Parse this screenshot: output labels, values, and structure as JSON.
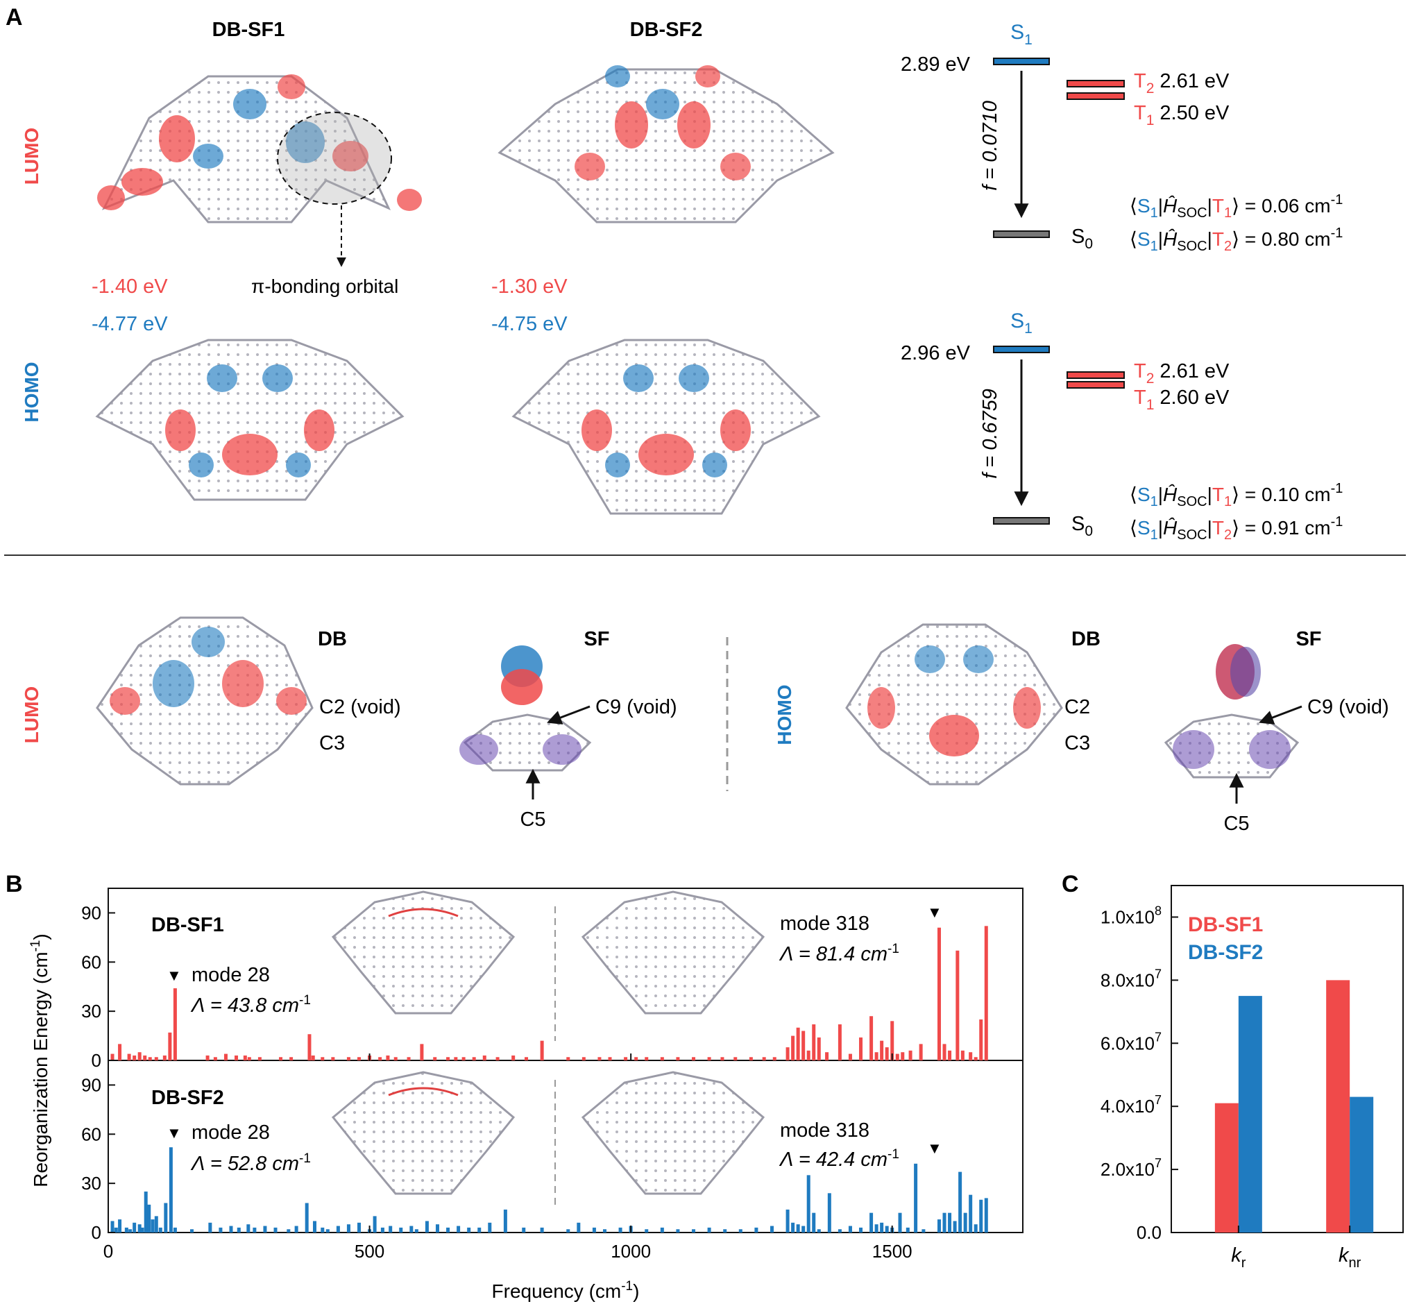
{
  "colors": {
    "red": "#f04a4a",
    "blue": "#1f7bc0",
    "gray": "#555555",
    "molecule": "#9a9aa6"
  },
  "panel_a": {
    "letter": "A",
    "mol_titles": [
      "DB-SF1",
      "DB-SF2"
    ],
    "lumo_label": "LUMO",
    "homo_label": "HOMO",
    "lumo_energies": [
      "-1.40 eV",
      "-1.30 eV"
    ],
    "homo_energies": [
      "-4.77 eV",
      "-4.75 eV"
    ],
    "pi_annotation": "π-bonding orbital",
    "levels": [
      {
        "s1": "S",
        "s1_sub": "1",
        "s1_energy": "2.89 eV",
        "t2": "T",
        "t2_sub": "2",
        "t2_energy": "2.61 eV",
        "t1": "T",
        "t1_sub": "1",
        "t1_energy": "2.50 eV",
        "s0": "S",
        "s0_sub": "0",
        "f_label": "f = 0.0710",
        "soc": [
          "0.06 cm",
          "0.80 cm"
        ]
      },
      {
        "s1": "S",
        "s1_sub": "1",
        "s1_energy": "2.96 eV",
        "t2": "T",
        "t2_sub": "2",
        "t2_energy": "2.61 eV",
        "t1": "T",
        "t1_sub": "1",
        "t1_energy": "2.60 eV",
        "s0": "S",
        "s0_sub": "0",
        "f_label": "f = 0.6759",
        "soc": [
          "0.10 cm",
          "0.91 cm"
        ]
      }
    ],
    "soc_bra": "S",
    "soc_h": "Ĥ",
    "soc_h_sub": "SOC",
    "soc_ket": "T",
    "fragments": {
      "lumo_label": "LUMO",
      "homo_label": "HOMO",
      "db": "DB",
      "sf": "SF",
      "c2_void": "C2 (void)",
      "c2": "C2",
      "c3": "C3",
      "c9_void": "C9 (void)",
      "c5": "C5"
    }
  },
  "panel_b": {
    "letter": "B",
    "ylabel": "Reorganization Energy (cm",
    "xlabel": "Frequency (cm",
    "unit_sup": "-1",
    "subplots": [
      {
        "name": "DB-SF1",
        "mode_low": "mode 28",
        "lambda_low": "Λ = 43.8 cm",
        "mode_high": "mode 318",
        "lambda_high": "Λ = 81.4 cm"
      },
      {
        "name": "DB-SF2",
        "mode_low": "mode 28",
        "lambda_low": "Λ = 52.8 cm",
        "mode_high": "mode 318",
        "lambda_high": "Λ = 42.4 cm"
      }
    ]
  },
  "panel_c": {
    "letter": "C"
  },
  "chart_data": [
    {
      "type": "bar",
      "panel": "B-top",
      "series": [
        {
          "name": "DB-SF1",
          "color": "#f04a4a"
        }
      ],
      "x": [
        8,
        22,
        40,
        50,
        60,
        70,
        80,
        92,
        108,
        118,
        128,
        190,
        205,
        225,
        245,
        262,
        270,
        290,
        330,
        350,
        385,
        392,
        410,
        430,
        460,
        480,
        500,
        520,
        535,
        550,
        575,
        600,
        625,
        650,
        665,
        680,
        700,
        720,
        745,
        775,
        800,
        830,
        880,
        910,
        940,
        960,
        990,
        1010,
        1030,
        1060,
        1090,
        1120,
        1150,
        1175,
        1200,
        1230,
        1255,
        1275,
        1300,
        1310,
        1320,
        1330,
        1340,
        1350,
        1360,
        1375,
        1400,
        1420,
        1440,
        1460,
        1470,
        1480,
        1490,
        1500,
        1510,
        1520,
        1535,
        1555,
        1590,
        1600,
        1610,
        1625,
        1635,
        1650,
        1660,
        1670,
        1680
      ],
      "values": [
        4,
        10,
        4,
        3,
        5,
        3,
        2,
        2,
        3,
        17,
        44,
        3,
        2,
        4,
        3,
        3,
        2,
        2,
        2,
        2,
        16,
        3,
        2,
        2,
        2,
        2,
        3,
        2,
        3,
        2,
        2,
        10,
        2,
        2,
        2,
        2,
        2,
        3,
        2,
        3,
        2,
        12,
        2,
        2,
        2,
        2,
        2,
        2,
        2,
        2,
        2,
        2,
        2,
        2,
        2,
        2,
        2,
        2,
        8,
        15,
        20,
        18,
        6,
        22,
        14,
        5,
        22,
        4,
        14,
        27,
        5,
        12,
        8,
        24,
        4,
        5,
        6,
        10,
        81,
        10,
        6,
        67,
        6,
        5,
        2,
        25,
        82
      ],
      "xlim": [
        0,
        1750
      ],
      "ylim": [
        0,
        105
      ],
      "yticks": [
        0,
        30,
        60,
        90
      ],
      "xticks": [
        0,
        500,
        1000,
        1500
      ]
    },
    {
      "type": "bar",
      "panel": "B-bottom",
      "series": [
        {
          "name": "DB-SF2",
          "color": "#1f7bc0"
        }
      ],
      "x": [
        8,
        15,
        22,
        35,
        42,
        50,
        60,
        65,
        72,
        78,
        85,
        92,
        100,
        110,
        120,
        128,
        160,
        195,
        215,
        235,
        250,
        268,
        280,
        300,
        320,
        345,
        360,
        380,
        395,
        410,
        420,
        440,
        460,
        480,
        500,
        510,
        525,
        540,
        560,
        580,
        590,
        610,
        630,
        650,
        670,
        690,
        710,
        730,
        760,
        795,
        830,
        880,
        900,
        930,
        950,
        980,
        1000,
        1030,
        1060,
        1090,
        1120,
        1150,
        1180,
        1210,
        1240,
        1270,
        1300,
        1310,
        1320,
        1330,
        1340,
        1350,
        1360,
        1380,
        1400,
        1420,
        1440,
        1460,
        1470,
        1480,
        1490,
        1500,
        1515,
        1530,
        1545,
        1560,
        1590,
        1600,
        1610,
        1620,
        1630,
        1640,
        1650,
        1660,
        1670,
        1680
      ],
      "values": [
        7,
        3,
        8,
        3,
        2,
        6,
        5,
        3,
        25,
        17,
        8,
        10,
        3,
        18,
        52,
        3,
        2,
        6,
        3,
        4,
        3,
        5,
        3,
        4,
        3,
        2,
        4,
        18,
        7,
        3,
        2,
        4,
        5,
        6,
        2,
        10,
        3,
        4,
        3,
        4,
        2,
        7,
        5,
        3,
        4,
        3,
        3,
        6,
        14,
        3,
        3,
        2,
        6,
        3,
        2,
        3,
        4,
        2,
        3,
        2,
        2,
        3,
        2,
        2,
        3,
        4,
        14,
        6,
        5,
        4,
        35,
        12,
        2,
        24,
        2,
        4,
        3,
        12,
        5,
        6,
        4,
        3,
        12,
        3,
        42,
        2,
        8,
        12,
        12,
        7,
        37,
        12,
        23,
        5,
        20,
        21
      ],
      "xlim": [
        0,
        1750
      ],
      "ylim": [
        0,
        105
      ],
      "yticks": [
        0,
        30,
        60,
        90
      ],
      "xticks": [
        0,
        500,
        1000,
        1500
      ]
    },
    {
      "type": "bar",
      "panel": "C",
      "categories": [
        "k_r",
        "k_nr"
      ],
      "category_main": [
        "k",
        "k"
      ],
      "category_sub": [
        "r",
        "nr"
      ],
      "series": [
        {
          "name": "DB-SF1",
          "color": "#f04a4a",
          "values": [
            41000000,
            80000000
          ]
        },
        {
          "name": "DB-SF2",
          "color": "#1f7bc0",
          "values": [
            75000000,
            43000000
          ]
        }
      ],
      "ylim": [
        0,
        110000000
      ],
      "ytick_labels": [
        "0.0",
        "2.0x10",
        "4.0x10",
        "6.0x10",
        "8.0x10",
        "1.0x10"
      ],
      "ytick_exps": [
        "",
        "7",
        "7",
        "7",
        "7",
        "8"
      ],
      "legend": "top-left"
    }
  ]
}
